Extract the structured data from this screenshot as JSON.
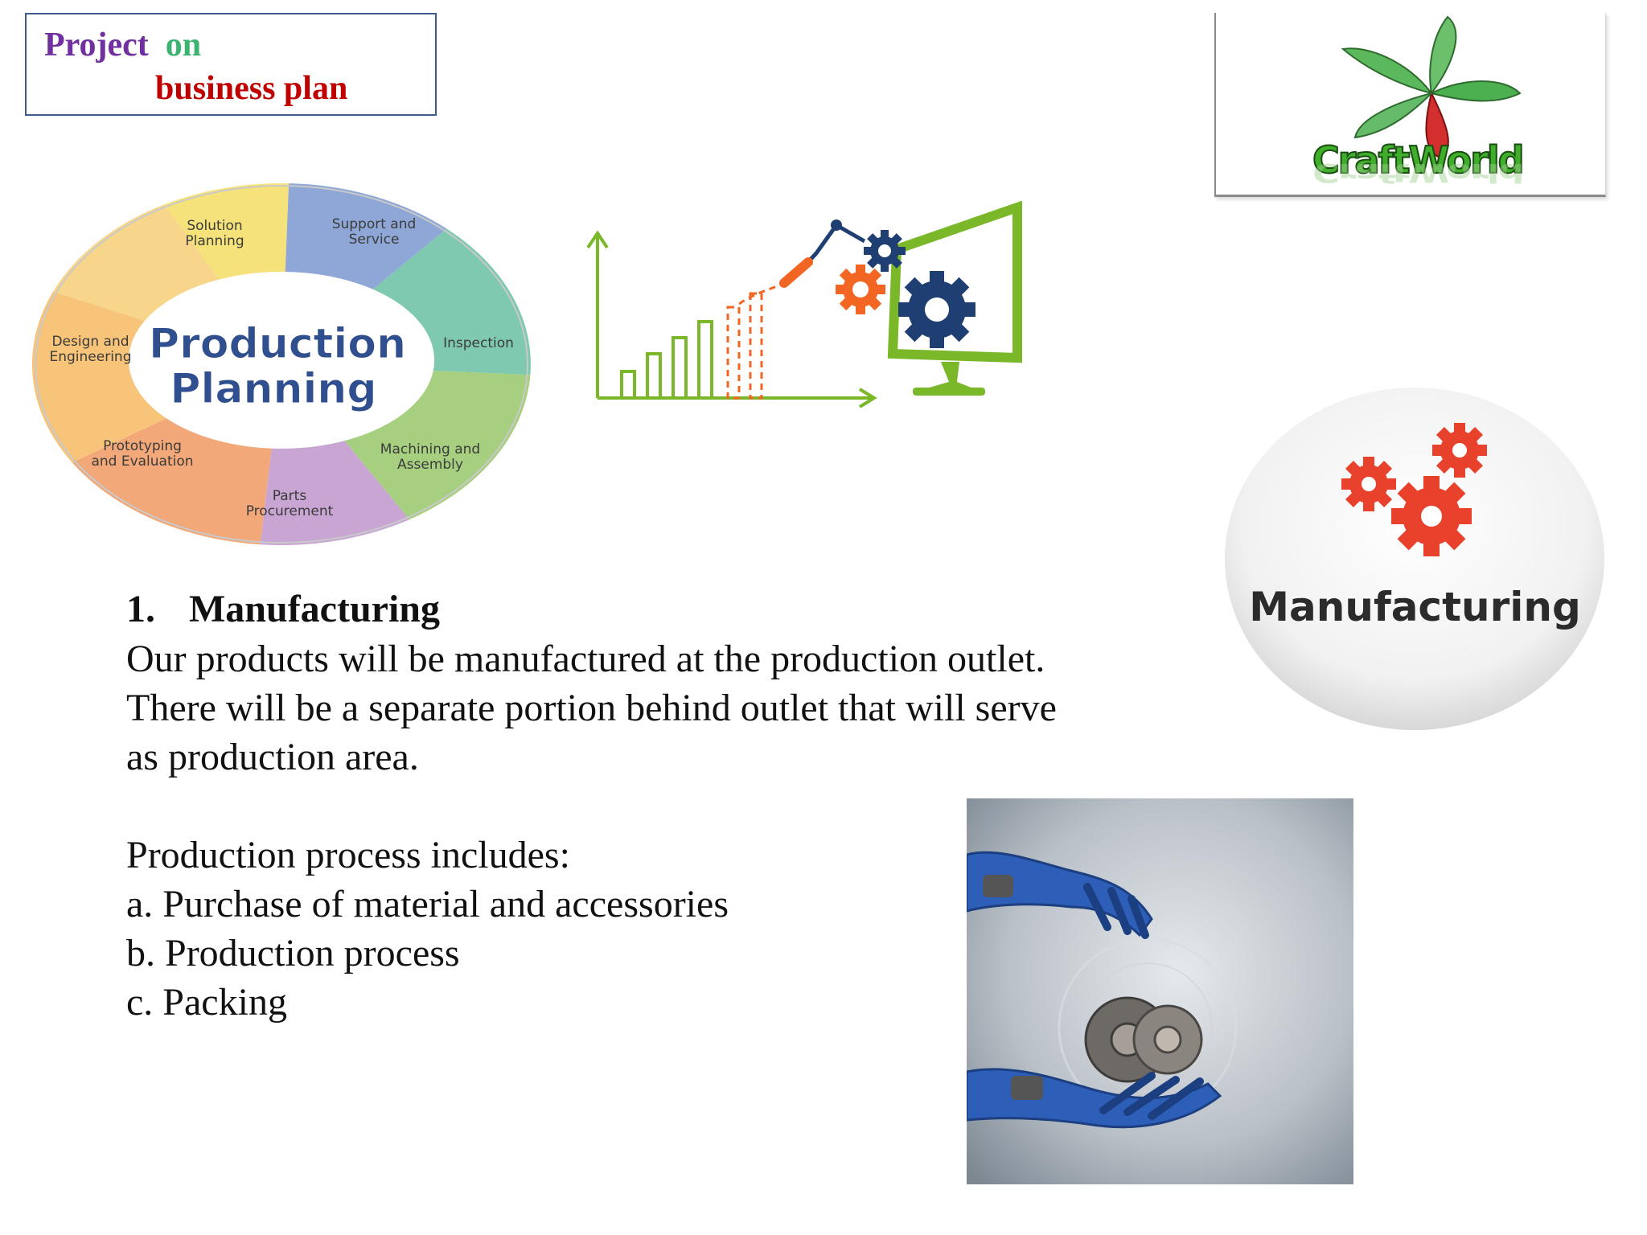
{
  "title": {
    "word1": "Project",
    "word2": "on",
    "line2": "business plan"
  },
  "logo": {
    "text": "CraftWorld"
  },
  "production_planning": {
    "center": "Production Planning",
    "segments": [
      "Solution\nPlanning",
      "Support and\nService",
      "Inspection",
      "Machining and\nAssembly",
      "Parts\nProcurement",
      "Prototyping\nand Evaluation",
      "Design and\nEngineering"
    ]
  },
  "badge": {
    "label": "Manufacturing"
  },
  "content": {
    "heading_number": "1.",
    "heading": "Manufacturing",
    "lines": [
      "Our products will be manufactured at the production outlet.",
      "There will be a separate portion behind outlet that will serve",
      "as production area.",
      "",
      "Production process includes:",
      "a. Purchase of material and accessories",
      "b. Production process",
      "c. Packing"
    ]
  },
  "colors": {
    "title_purple": "#7030a0",
    "title_green": "#3cb371",
    "title_red": "#c00000",
    "growth_green": "#7ab829",
    "gear_orange": "#f26522",
    "gear_navy": "#1f3f73",
    "badge_gear_red": "#e8412c"
  }
}
